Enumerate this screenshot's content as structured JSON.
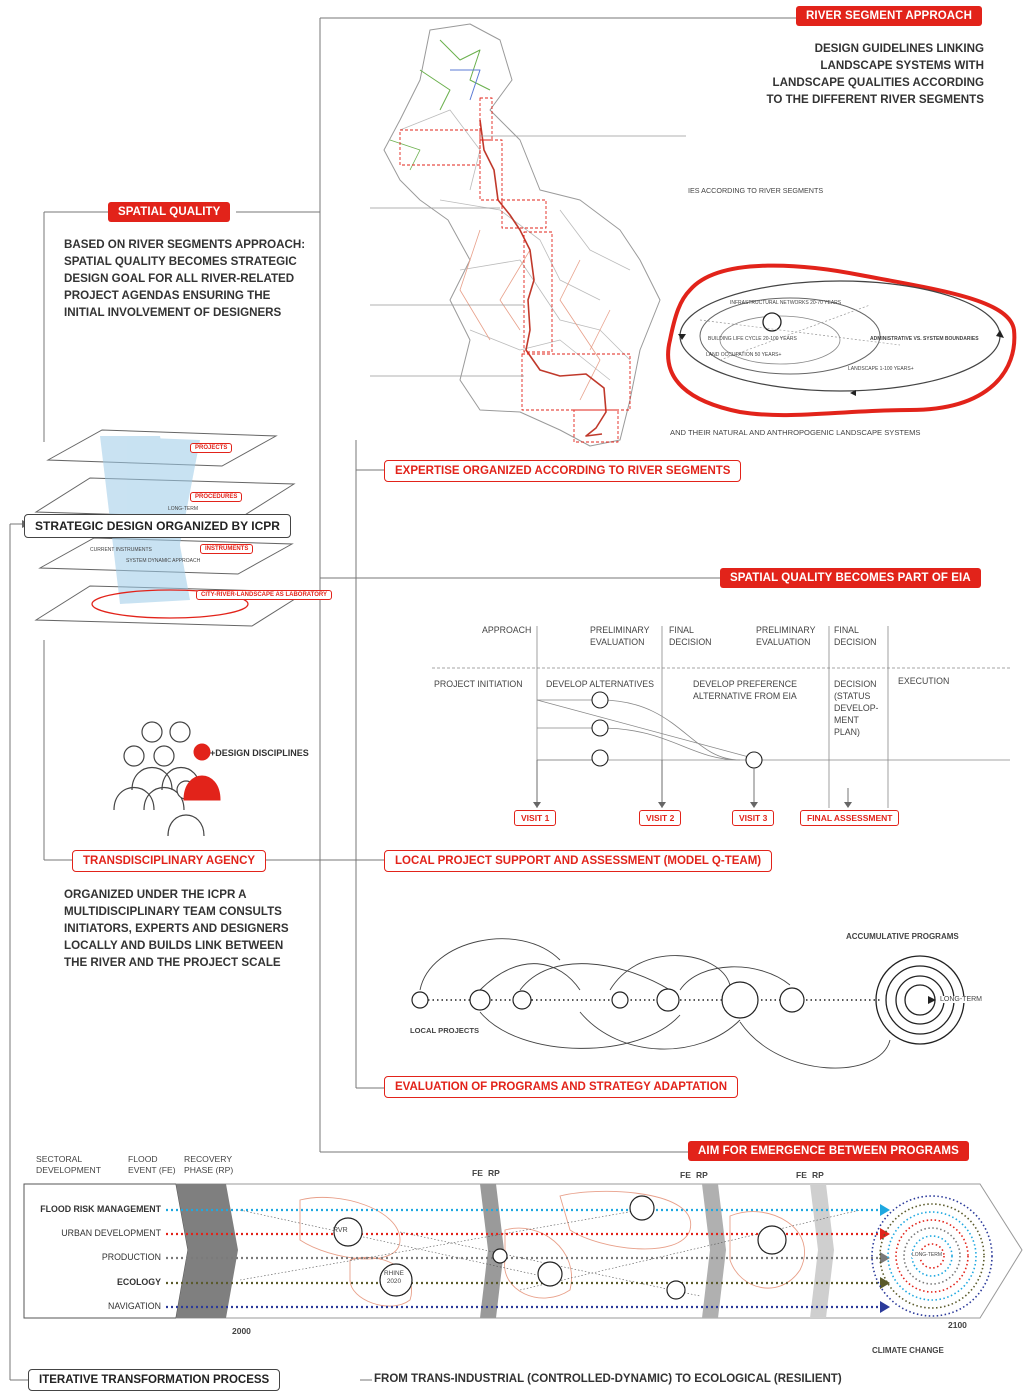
{
  "tags": {
    "river_segment_approach": "RIVER SEGMENT APPROACH",
    "spatial_quality": "SPATIAL QUALITY",
    "expertise": "EXPERTISE ORGANIZED ACCORDING TO RIVER SEGMENTS",
    "strategic_design": "STRATEGIC DESIGN ORGANIZED BY ICPR",
    "eia": "SPATIAL QUALITY BECOMES PART OF EIA",
    "transdisciplinary": "TRANSDISCIPLINARY AGENCY",
    "local_support": "LOCAL PROJECT SUPPORT AND ASSESSMENT (MODEL Q-TEAM)",
    "evaluation": "EVALUATION OF PROGRAMS AND STRATEGY ADAPTATION",
    "aim": "AIM FOR EMERGENCE BETWEEN PROGRAMS",
    "iterative": "ITERATIVE TRANSFORMATION PROCESS"
  },
  "texts": {
    "river_segment_desc": "DESIGN GUIDELINES LINKING\nLANDSCAPE SYSTEMS WITH\nLANDSCAPE QUALITIES ACCORDING\nTO THE DIFFERENT RIVER SEGMENTS",
    "spatial_quality_desc": "BASED ON RIVER SEGMENTS APPROACH:\nSPATIAL QUALITY BECOMES STRATEGIC\nDESIGN GOAL FOR ALL RIVER-RELATED\nPROJECT AGENDAS ENSURING THE\nINITIAL INVOLVEMENT OF DESIGNERS",
    "transdisciplinary_desc": "ORGANIZED UNDER THE ICPR A\nMULTIDISCIPLINARY TEAM  CONSULTS\nINITIATORS, EXPERTS AND DESIGNERS\nLOCALLY AND BUILDS LINK BETWEEN\nTHE RIVER  AND THE PROJECT SCALE",
    "ies_segments": "IES ACCORDING TO RIVER SEGMENTS",
    "natural_systems": "AND THEIR NATURAL AND ANTHROPOGENIC LANDSCAPE SYSTEMS",
    "design_disciplines": "+DESIGN DISCIPLINES",
    "accumulative": "ACCUMULATIVE PROGRAMS",
    "long_term": "LONG-TERM",
    "local_projects": "LOCAL PROJECTS",
    "transition": "FROM TRANS-INDUSTRIAL (CONTROLLED-DYNAMIC) TO ECOLOGICAL (RESILIENT)",
    "climate_change": "CLIMATE CHANGE"
  },
  "loop_labels": {
    "infra": "INFRASTRUCTURAL NETWORKS 20-70 YEARS",
    "building": "BUILDING LIFE CYCLE 20-100 YEARS",
    "land": "LAND OCCUPATION 50 YEARS+",
    "admin": "ADMINISTRATIVE VS. SYSTEM BOUNDARIES",
    "landscape": "LANDSCAPE 1-100 YEARS+"
  },
  "layers": {
    "projects": "PROJECTS",
    "procedures": "PROCEDURES",
    "instruments": "INSTRUMENTS",
    "laboratory": "CITY-RIVER-LANDSCAPE AS LABORATORY",
    "long_term": "LONG-TERM",
    "current_instruments": "CURRENT INSTRUMENTS",
    "system_dynamic": "SYSTEM DYNAMIC APPROACH"
  },
  "eia": {
    "phases_top": [
      "APPROACH",
      "PRELIMINARY\nEVALUATION",
      "FINAL\nDECISION",
      "PRELIMINARY\nEVALUATION",
      "FINAL\nDECISION"
    ],
    "phases_bottom": [
      "PROJECT INITIATION",
      "DEVELOP ALTERNATIVES",
      "DEVELOP PREFERENCE\nALTERNATIVE FROM EIA",
      "DECISION\n(STATUS\nDEVELOP-\nMENT\nPLAN)",
      "EXECUTION"
    ],
    "visits": [
      "VISIT 1",
      "VISIT 2",
      "VISIT 3",
      "FINAL ASSESSMENT"
    ]
  },
  "timeline": {
    "headers": {
      "sectoral": "SECTORAL\nDEVELOPMENT",
      "flood": "FLOOD\nEVENT (FE)",
      "recovery": "RECOVERY\nPHASE (RP)"
    },
    "fe": "FE",
    "rp": "RP",
    "rows": [
      "FLOOD RISK MANAGEMENT",
      "URBAN DEVELOPMENT",
      "PRODUCTION",
      "ECOLOGY",
      "NAVIGATION"
    ],
    "row_colors": [
      "#1ea8e0",
      "#e2231a",
      "#7a7a7a",
      "#5a5a2a",
      "#2b3a9a"
    ],
    "year_start": "2000",
    "year_end": "2100",
    "rvr": "RVR",
    "rhine": "RHINE\n2020",
    "long_term": "LONG-TERM"
  },
  "colors": {
    "accent": "#e2231a",
    "line": "#666666"
  }
}
